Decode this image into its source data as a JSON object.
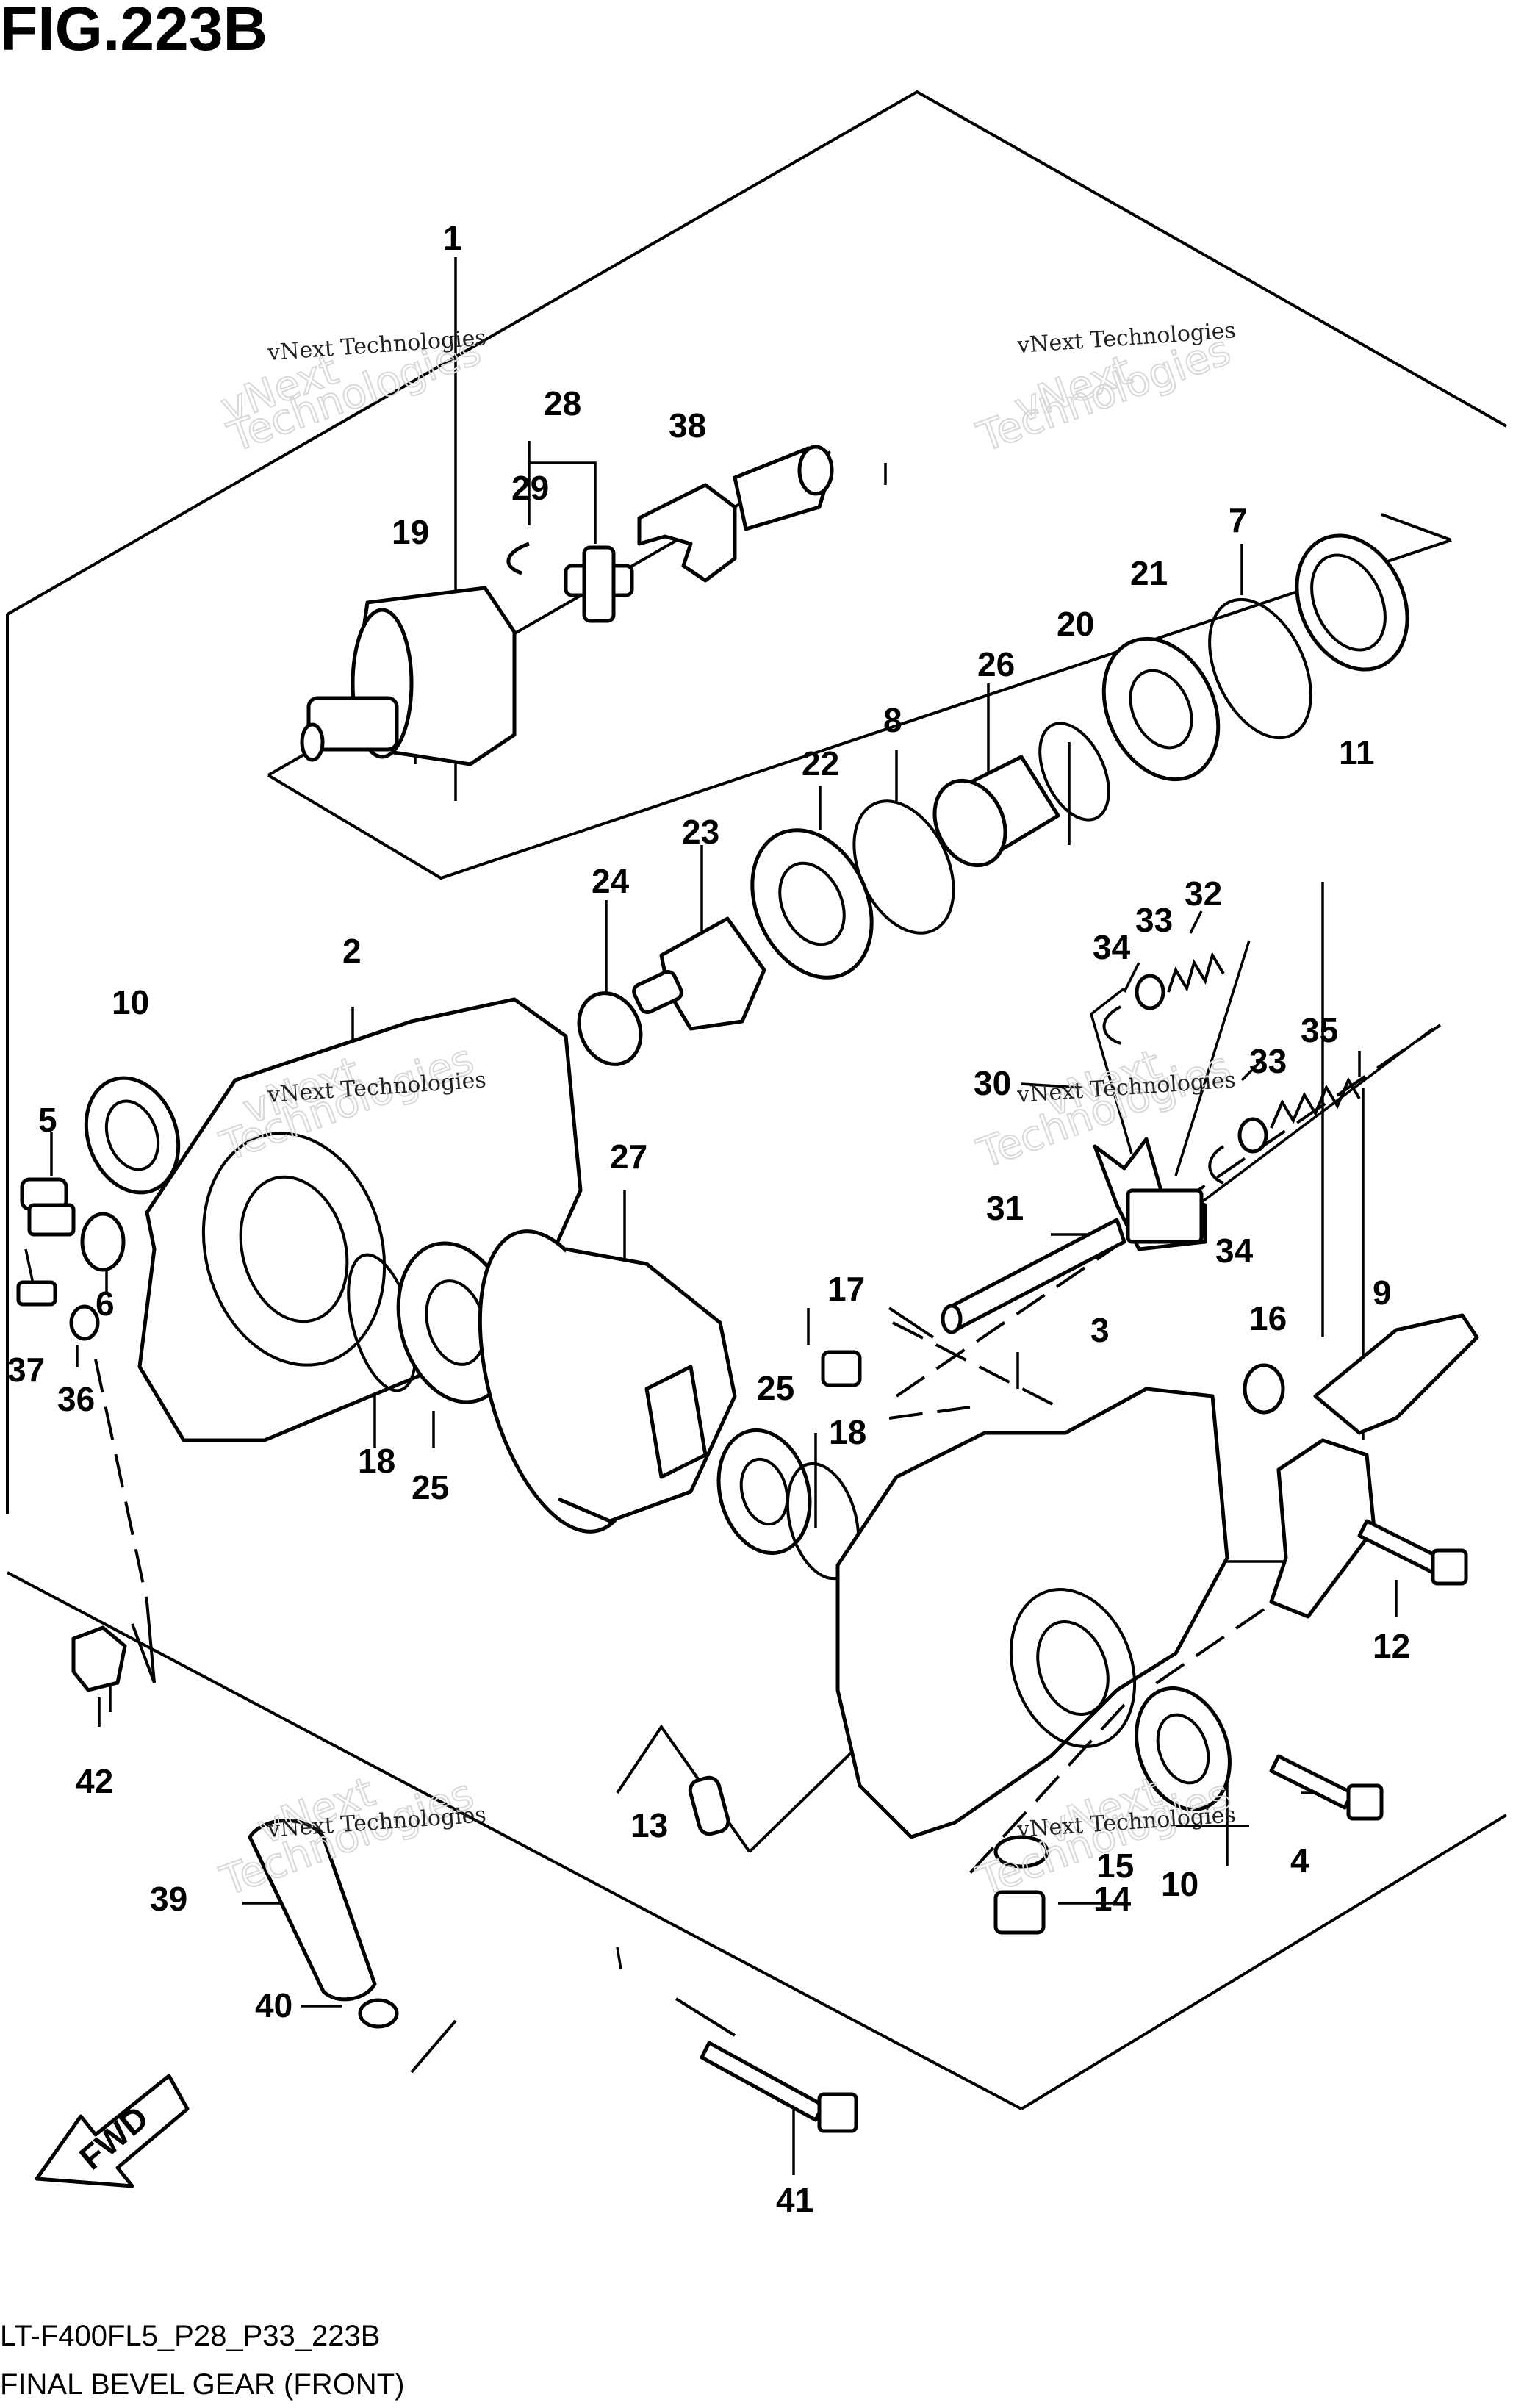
{
  "figure": {
    "title": "FIG.223B",
    "code": "LT-F400FL5_P28_P33_223B",
    "caption": "FINAL BEVEL GEAR (FRONT)"
  },
  "direction_label": "FWD",
  "watermark": {
    "line1": "vNext Technologies",
    "line2a": "vNext",
    "line2b": "Technologies"
  },
  "callouts": [
    "1",
    "2",
    "3",
    "4",
    "5",
    "6",
    "7",
    "8",
    "9",
    "10",
    "10",
    "11",
    "12",
    "13",
    "14",
    "15",
    "16",
    "17",
    "18",
    "18",
    "19",
    "20",
    "21",
    "22",
    "23",
    "24",
    "25",
    "25",
    "26",
    "27",
    "28",
    "29",
    "30",
    "31",
    "32",
    "33",
    "33",
    "34",
    "34",
    "35",
    "36",
    "37",
    "38",
    "39",
    "40",
    "41",
    "42"
  ]
}
